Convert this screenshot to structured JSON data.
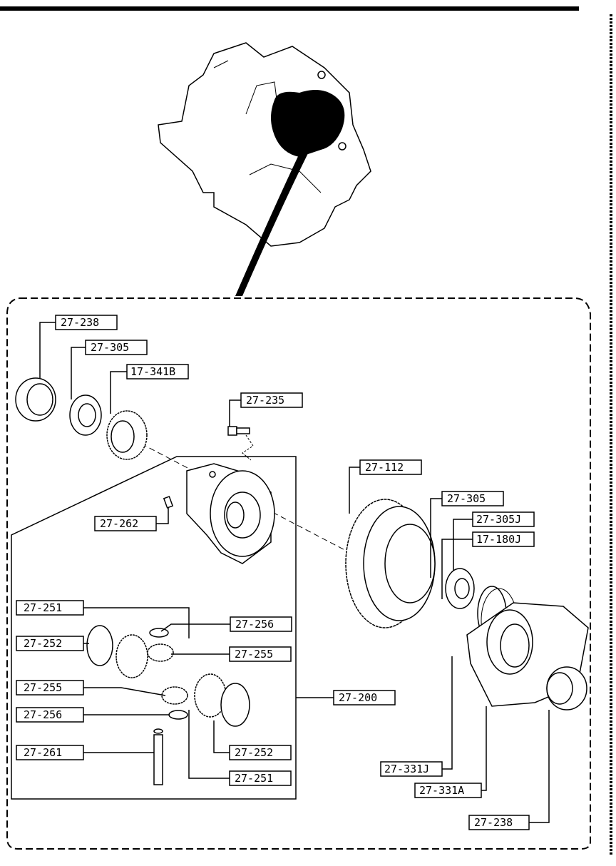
{
  "diagram": {
    "callouts": [
      {
        "id": "c-27-238-top",
        "text": "27-238"
      },
      {
        "id": "c-27-305-top",
        "text": "27-305"
      },
      {
        "id": "c-17-341b",
        "text": "17-341B"
      },
      {
        "id": "c-27-235",
        "text": "27-235"
      },
      {
        "id": "c-27-262",
        "text": "27-262"
      },
      {
        "id": "c-27-112",
        "text": "27-112"
      },
      {
        "id": "c-27-305-right",
        "text": "27-305"
      },
      {
        "id": "c-27-305j",
        "text": "27-305J"
      },
      {
        "id": "c-17-180j",
        "text": "17-180J"
      },
      {
        "id": "c-27-251-top",
        "text": "27-251"
      },
      {
        "id": "c-27-256-top",
        "text": "27-256"
      },
      {
        "id": "c-27-252-top",
        "text": "27-252"
      },
      {
        "id": "c-27-255-top",
        "text": "27-255"
      },
      {
        "id": "c-27-255-mid",
        "text": "27-255"
      },
      {
        "id": "c-27-200",
        "text": "27-200"
      },
      {
        "id": "c-27-256-mid",
        "text": "27-256"
      },
      {
        "id": "c-27-261",
        "text": "27-261"
      },
      {
        "id": "c-27-252-bot",
        "text": "27-252"
      },
      {
        "id": "c-27-251-bot",
        "text": "27-251"
      },
      {
        "id": "c-27-331j",
        "text": "27-331J"
      },
      {
        "id": "c-27-331a",
        "text": "27-331A"
      },
      {
        "id": "c-27-238-bot",
        "text": "27-238"
      }
    ]
  }
}
